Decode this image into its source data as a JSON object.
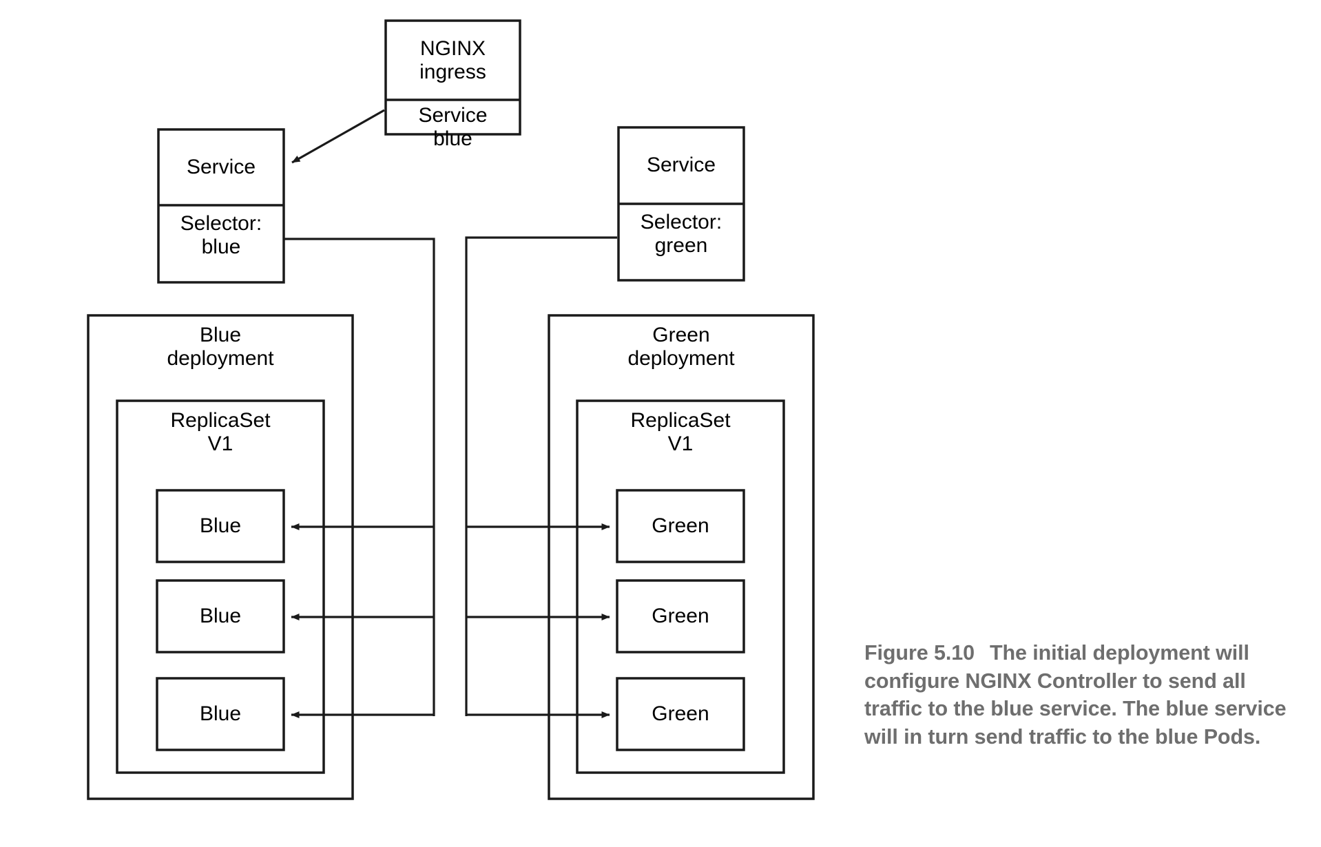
{
  "figure": {
    "caption_label": "Figure 5.10",
    "caption_text": "The initial deployment will configure NGINX Controller to send all traffic to the blue service. The blue service will in turn send traffic to the blue Pods.",
    "caption_color": "#6e6e6e",
    "background": "#ffffff",
    "stroke_color": "#1a1a1a"
  },
  "diagram": {
    "type": "block-diagram",
    "ingress": {
      "title": "NGINX\ningress",
      "service_row": "Service\nblue"
    },
    "blue_branch": {
      "service": {
        "title": "Service",
        "selector": "Selector:\nblue"
      },
      "deployment": {
        "title": "Blue\ndeployment",
        "replicaset": {
          "title": "ReplicaSet\nV1",
          "pods": [
            {
              "label": "Blue"
            },
            {
              "label": "Blue"
            },
            {
              "label": "Blue"
            }
          ]
        }
      }
    },
    "green_branch": {
      "service": {
        "title": "Service",
        "selector": "Selector:\ngreen"
      },
      "deployment": {
        "title": "Green\ndeployment",
        "replicaset": {
          "title": "ReplicaSet\nV1",
          "pods": [
            {
              "label": "Green"
            },
            {
              "label": "Green"
            },
            {
              "label": "Green"
            }
          ]
        }
      }
    },
    "connections": [
      {
        "from": "ingress-service-blue",
        "to": "blue-service",
        "style": "arrow"
      },
      {
        "from": "blue-service-selector",
        "to": "blue-pod-1",
        "style": "arrow"
      },
      {
        "from": "blue-service-selector",
        "to": "blue-pod-2",
        "style": "arrow"
      },
      {
        "from": "blue-service-selector",
        "to": "blue-pod-3",
        "style": "arrow"
      },
      {
        "from": "green-service-selector",
        "to": "green-pod-1",
        "style": "arrow"
      },
      {
        "from": "green-service-selector",
        "to": "green-pod-2",
        "style": "arrow"
      },
      {
        "from": "green-service-selector",
        "to": "green-pod-3",
        "style": "arrow"
      }
    ]
  }
}
